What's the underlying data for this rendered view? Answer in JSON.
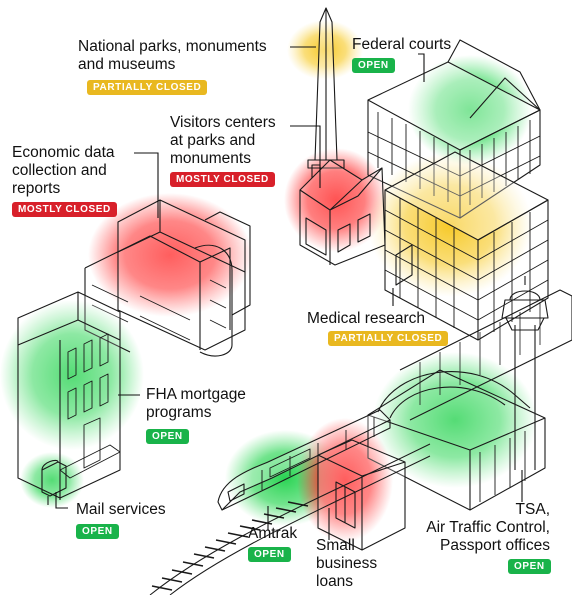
{
  "status_colors": {
    "OPEN": "#19b34a",
    "PARTIALLY CLOSED": "#e9b820",
    "MOSTLY CLOSED": "#d8202a"
  },
  "items": [
    {
      "key": "national-parks",
      "lines": [
        "National parks, monuments",
        "and museums"
      ],
      "status": "PARTIALLY CLOSED"
    },
    {
      "key": "federal-courts",
      "lines": [
        "Federal courts"
      ],
      "status": "OPEN"
    },
    {
      "key": "visitors-centers",
      "lines": [
        "Visitors centers",
        "at parks and",
        "monuments"
      ],
      "status": "MOSTLY CLOSED"
    },
    {
      "key": "economic-data",
      "lines": [
        "Economic data",
        "collection and",
        "reports"
      ],
      "status": "MOSTLY CLOSED"
    },
    {
      "key": "medical-research",
      "lines": [
        "Medical research"
      ],
      "status": "PARTIALLY CLOSED"
    },
    {
      "key": "fha-mortgage",
      "lines": [
        "FHA mortgage",
        "programs"
      ],
      "status": "OPEN"
    },
    {
      "key": "mail-services",
      "lines": [
        "Mail services"
      ],
      "status": "OPEN"
    },
    {
      "key": "amtrak",
      "lines": [
        "Amtrak"
      ],
      "status": "OPEN"
    },
    {
      "key": "small-business",
      "lines": [
        "Small",
        "business",
        "loans"
      ],
      "status": ""
    },
    {
      "key": "tsa",
      "lines": [
        "TSA,",
        "Air Traffic Control,",
        "Passport offices"
      ],
      "status": "OPEN"
    }
  ]
}
